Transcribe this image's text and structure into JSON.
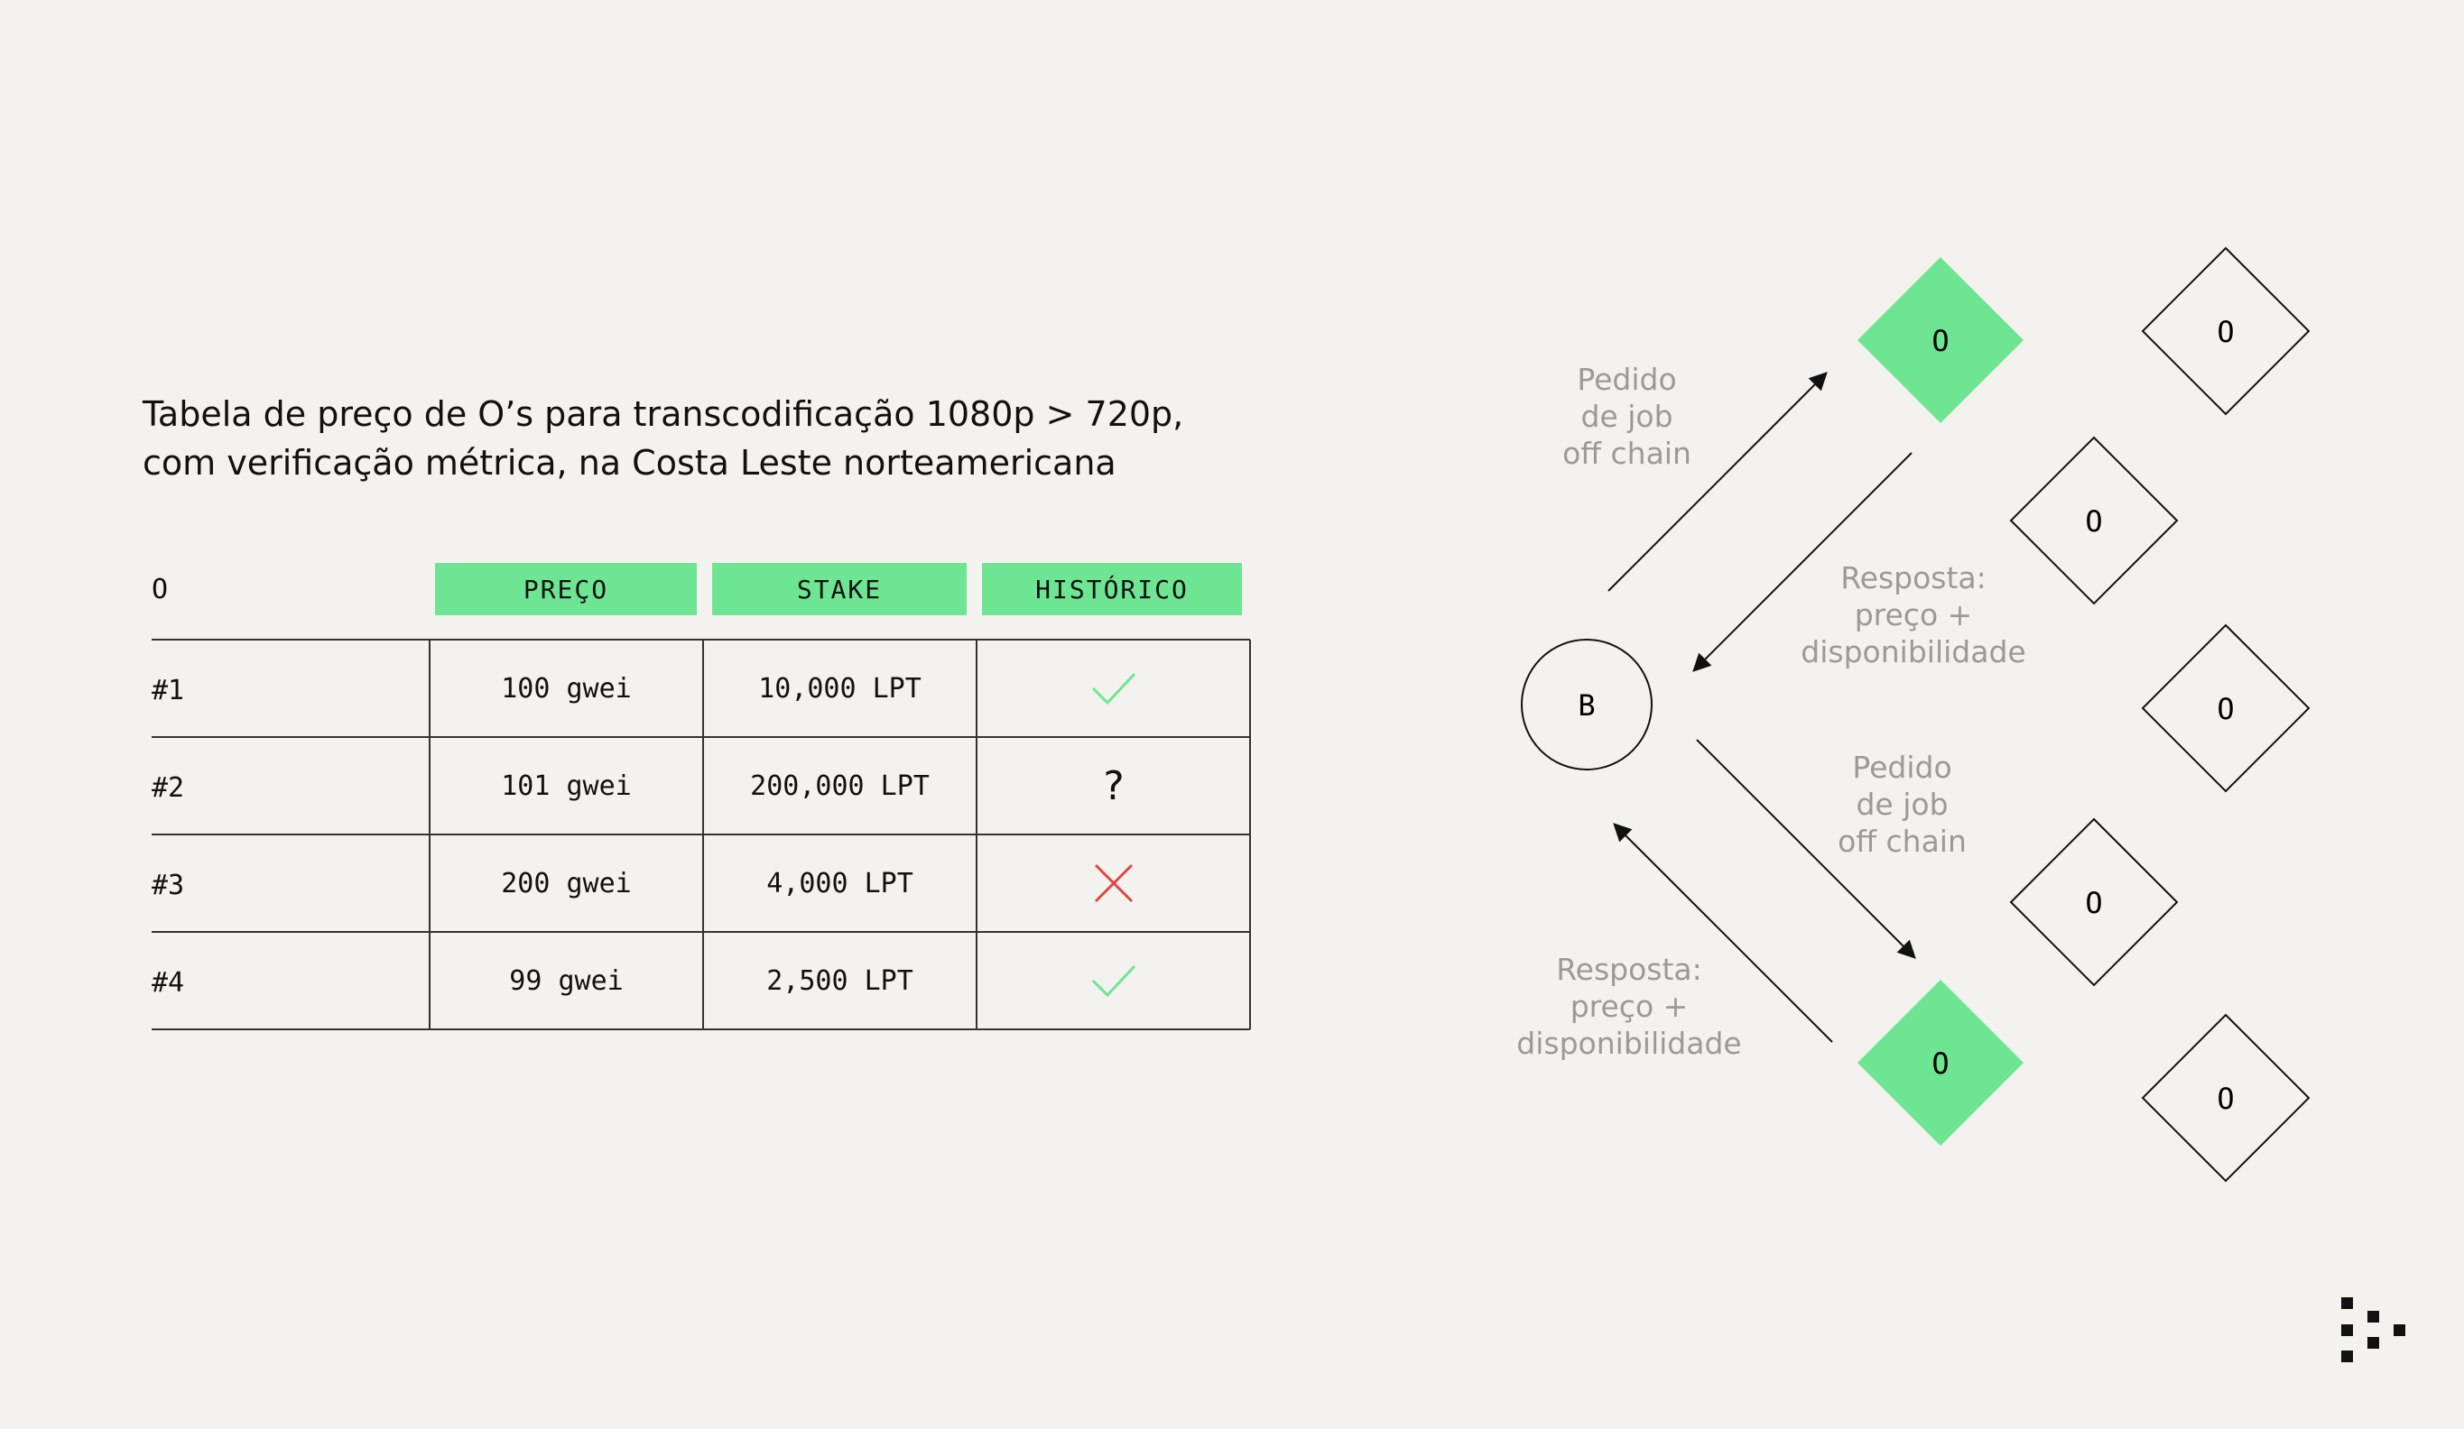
{
  "title": {
    "line1": "Tabela de preço de O’s para transcodificação 1080p > 720p,",
    "line2": "com verificação métrica, na Costa Leste norteamericana"
  },
  "table": {
    "corner_label": "O",
    "headers": [
      "PREÇO",
      "STAKE",
      "HISTÓRICO"
    ],
    "header_color": "#6ee592",
    "rows": [
      {
        "id": "#1",
        "price": "100 gwei",
        "stake": "10,000 LPT",
        "history": "check-icon"
      },
      {
        "id": "#2",
        "price": "101 gwei",
        "stake": "200,000 LPT",
        "history": "question-icon",
        "history_text": "?"
      },
      {
        "id": "#3",
        "price": "200 gwei",
        "stake": "4,000 LPT",
        "history": "cross-icon"
      },
      {
        "id": "#4",
        "price": "99 gwei",
        "stake": "2,500 LPT",
        "history": "check-icon"
      }
    ],
    "check_color": "#6ee592",
    "cross_color": "#e0453f"
  },
  "diagram": {
    "broadcaster_label": "B",
    "orchestrator_label": "O",
    "highlight_color": "#6ee592",
    "labels": {
      "request_top": [
        "Pedido",
        "de job",
        "off chain"
      ],
      "response_top": [
        "Resposta:",
        "preço +",
        "disponibilidade"
      ],
      "request_bottom": [
        "Pedido",
        "de job",
        "off chain"
      ],
      "response_bottom": [
        "Resposta:",
        "preço +",
        "disponibilidade"
      ]
    }
  },
  "logo": "livepeer-logo-icon"
}
